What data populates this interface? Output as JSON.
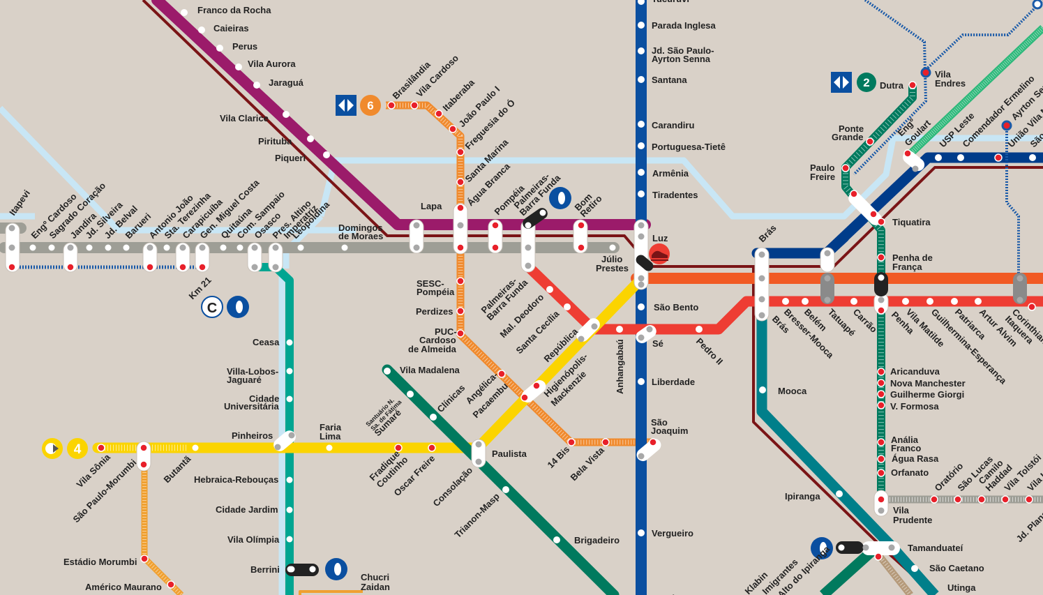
{
  "map": {
    "background": "#d9d1c8",
    "colors": {
      "line1_blue": "#0a4fa0",
      "line2_green": "#007a5e",
      "line3_red": "#ee3d33",
      "line4_yellow": "#fbd400",
      "line5_lilac": "#9b1b6a",
      "line6_orange": "#f08a2d",
      "line15_silver": "#9e9e96",
      "cptm_burgundy": "#7a1416",
      "cptm_turquoise": "#00a591",
      "cptm_lightblue": "#c8e6f5",
      "cptm_coral": "#f15a24",
      "cptm_teal": "#007f8a",
      "cptm_sapphire": "#003c8a",
      "cptm_jade": "#2db87a",
      "station_red": "#e8202a"
    },
    "badges": {
      "line6": "6",
      "line2": "2",
      "line4": "4",
      "c": "C"
    },
    "labels": {
      "franco_da_rocha": "Franco da Rocha",
      "caieiras": "Caieiras",
      "perus": "Perus",
      "vila_aurora": "Vila Aurora",
      "jaragua": "Jaraguá",
      "vila_clarice": "Vila Clarice",
      "pirituba": "Pirituba",
      "piqueri": "Piqueri",
      "lapa": "Lapa",
      "domingos_1": "Domingos",
      "domingos_2": "de Moraes",
      "julio_1": "Júlio",
      "julio_2": "Prestes",
      "itapevi": "Itapevi",
      "eng_cardoso": "Engº Cardoso",
      "sagrado": "Sagrado Coração",
      "jandira": "Jandira",
      "jd_silveira": "Jd. Silveira",
      "jd_belval": "Jd. Belval",
      "barueri": "Barueri",
      "antonio_joao": "Antonio João",
      "sta_terezinha": "Sta. Terezinha",
      "carapicuiba": "Carapicuíba",
      "gen_miguel": "Gen. Miguel Costa",
      "quitauna": "Quitaúna",
      "com_sampaio": "Com. Sampaio",
      "osasco": "Osasco",
      "pres_altino": "Pres. Altino",
      "imperatriz": "Imperatriz",
      "leopoldina": "Leopoldina",
      "km21": "Km 21",
      "brasilandia": "Brasilândia",
      "vila_cardoso": "Vila Cardoso",
      "itaberaba": "Itaberaba",
      "joao_paulo": "João Paulo I",
      "freguesia": "Freguesia do Ó",
      "santa_marina": "Santa Marina",
      "agua_branca": "Água Branca",
      "pompeia": "Pompéia",
      "palmeiras_bf_1": "Palmeiras-",
      "palmeiras_bf_2": "Barra Funda",
      "bom_1": "Bom",
      "bom_2": "Retiro",
      "sesc_1": "SESC-",
      "sesc_2": "Pompéia",
      "perdizes": "Perdizes",
      "puc_1": "PUC-",
      "puc_2": "Cardoso",
      "puc_3": "de Almeida",
      "ceasa": "Ceasa",
      "villa_lobos_1": "Villa-Lobos-",
      "villa_lobos_2": "Jaguaré",
      "cidade_univ_1": "Cidade",
      "cidade_univ_2": "Universitária",
      "pinheiros": "Pinheiros",
      "hebraica": "Hebraica-Rebouças",
      "cidade_jardim": "Cidade Jardim",
      "vila_olimpia": "Vila Olímpia",
      "berrini": "Berrini",
      "estadio_morumbi": "Estádio Morumbi",
      "americo_maurano": "Américo Maurano",
      "chucri_1": "Chucri",
      "chucri_2": "Zaidan",
      "vila_sonia": "Vila Sônia",
      "sp_morumbi": "São Paulo-Morumbi",
      "butanta": "Butantã",
      "faria_1": "Faria",
      "faria_2": "Lima",
      "fradique_1": "Fradique",
      "fradique_2": "Coutinho",
      "oscar_freire": "Oscar Freire",
      "sumare_1": "Santuário N.",
      "sumare_2": "Sa. de Fátima",
      "sumare_3": "Sumaré",
      "vila_madalena": "Vila Madalena",
      "clinicas": "Clínicas",
      "consolacao": "Consolação",
      "paulista": "Paulista",
      "trianon": "Trianon-Masp",
      "brigadeiro": "Brigadeiro",
      "angelica_1": "Angélica-",
      "angelica_2": "Pacaembu",
      "higienopolis_1": "Higienópolis-",
      "higienopolis_2": "Mackenzie",
      "republica": "República",
      "santa_cecilia": "Santa Cecília",
      "mal_deodoro": "Mal. Deodoro",
      "pbf_red_1": "Palmeiras-",
      "pbf_red_2": "Barra Funda",
      "anhangabau": "Anhangabaú",
      "14bis": "14 Bis",
      "bela_vista": "Bela Vista",
      "tucuruvi": "Tucuruvi",
      "parada_inglesa": "Parada Inglesa",
      "jd_sao_paulo_1": "Jd. São Paulo-",
      "jd_sao_paulo_2": "Ayrton Senna",
      "santana": "Santana",
      "carandiru": "Carandiru",
      "portuguesa": "Portuguesa-Tietê",
      "armenia": "Armênia",
      "tiradentes": "Tiradentes",
      "luz": "Luz",
      "sao_bento": "São Bento",
      "se": "Sé",
      "liberdade": "Liberdade",
      "sao_joaquim_1": "São",
      "sao_joaquim_2": "Joaquim",
      "vergueiro": "Vergueiro",
      "pedro_ii": "Pedro II",
      "bras_top": "Brás",
      "bras_bottom": "Brás",
      "bresser": "Bresser-Mooca",
      "belem": "Belém",
      "tatuape": "Tatuapé",
      "carrao": "Carrão",
      "penha": "Penha",
      "vila_matilde": "Vila Matilde",
      "guilhermina": "Guilhermina-Esperança",
      "patriarca": "Patriarca",
      "artur_alvim": "Artur Alvim",
      "corinthians_1": "Corinthians-",
      "corinthians_2": "Itaquera",
      "mooca": "Mooca",
      "ipiranga": "Ipiranga",
      "tamanduatei": "Tamanduateí",
      "sao_caetano": "São Caetano",
      "utinga": "Utinga",
      "penha_franca_1": "Penha de",
      "penha_franca_2": "França",
      "tiquatira": "Tiquatira",
      "aricanduva": "Aricanduva",
      "nova_manchester": "Nova Manchester",
      "guilherme_giorgi": "Guilherme Giorgi",
      "v_formosa": "V. Formosa",
      "analia_1": "Anália",
      "analia_2": "Franco",
      "agua_rasa": "Água Rasa",
      "orfanato": "Orfanato",
      "vila_prudente_1": "Vila",
      "vila_prudente_2": "Prudente",
      "oratorio": "Oratório",
      "sao_lucas": "São Lucas",
      "camilo_1": "Camilo",
      "camilo_2": "Haddad",
      "vila_tolstoi": "Vila Tolstói",
      "vila_u": "Vila União",
      "jd_planalto": "Jd. Planalto",
      "dutra": "Dutra",
      "ponte_grande_1": "Ponte",
      "ponte_grande_2": "Grande",
      "paulo_freire_1": "Paulo",
      "paulo_freire_2": "Freire",
      "vila_endres_1": "Vila",
      "vila_endres_2": "Endres",
      "eng_goulart_1": "Engº",
      "eng_goulart_2": "Goulart",
      "usp_leste": "USP Leste",
      "comendador": "Comendador Ermelino",
      "ayrton_senna": "Ayrton Senna",
      "uniao_vila": "União Vila Nova",
      "sao_miguel": "São Miguel",
      "klabin": "Klabin",
      "imigrantes": "Imigrantes",
      "alto_ipiranga": "Alto do Ipiranga",
      "paraiso": "Paraíso"
    }
  }
}
